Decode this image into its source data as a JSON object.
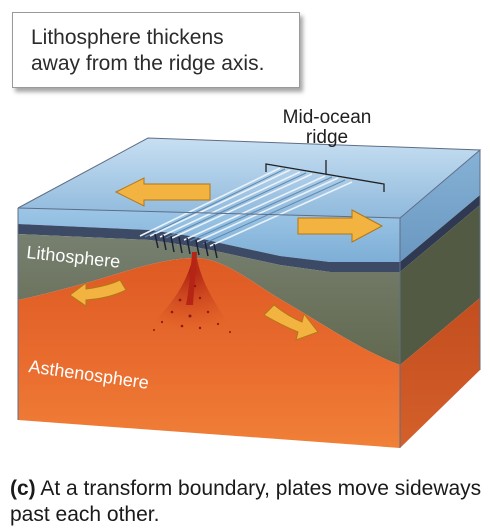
{
  "callout": {
    "line1": "Lithosphere thickens",
    "line2": "away from the ridge axis."
  },
  "ridge_label": {
    "line1": "Mid-ocean",
    "line2": "ridge"
  },
  "layers": {
    "lithosphere": "Lithosphere",
    "asthenosphere": "Asthenosphere"
  },
  "caption": {
    "letter": "(c)",
    "text": " At a transform boundary, plates move sideways past each other."
  },
  "colors": {
    "ocean": "#9ec9e8",
    "lithosphere": "#6d7560",
    "asthenosphere": "#e8672a",
    "arrow": "#f2b340",
    "magma": "#c8311c"
  }
}
